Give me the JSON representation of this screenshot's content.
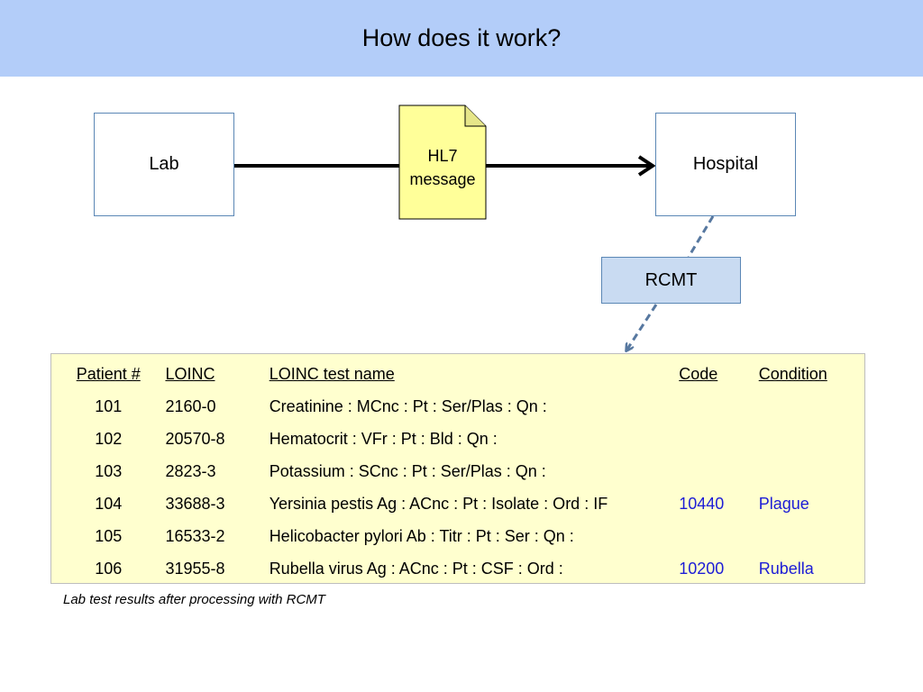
{
  "slide": {
    "title": "How does it work?"
  },
  "diagram": {
    "lab_label": "Lab",
    "message_line1": "HL7",
    "message_line2": "message",
    "hospital_label": "Hospital",
    "rcmt_label": "RCMT"
  },
  "results": {
    "headers": {
      "patient": "Patient #",
      "loinc": "LOINC",
      "name": "LOINC test name",
      "code": "Code",
      "condition": "Condition"
    },
    "rows": [
      {
        "patient": "101",
        "loinc": "2160-0",
        "name": "Creatinine : MCnc : Pt : Ser/Plas : Qn :",
        "code": "",
        "condition": ""
      },
      {
        "patient": "102",
        "loinc": "20570-8",
        "name": "Hematocrit : VFr : Pt : Bld : Qn :",
        "code": "",
        "condition": ""
      },
      {
        "patient": "103",
        "loinc": "2823-3",
        "name": "Potassium : SCnc : Pt : Ser/Plas : Qn :",
        "code": "",
        "condition": ""
      },
      {
        "patient": "104",
        "loinc": "33688-3",
        "name": "Yersinia pestis Ag : ACnc : Pt : Isolate : Ord : IF",
        "code": "10440",
        "condition": "Plague"
      },
      {
        "patient": "105",
        "loinc": "16533-2",
        "name": "Helicobacter pylori Ab : Titr : Pt : Ser : Qn :",
        "code": "",
        "condition": ""
      },
      {
        "patient": "106",
        "loinc": "31955-8",
        "name": "Rubella virus Ag : ACnc : Pt : CSF : Ord :",
        "code": "10200",
        "condition": "Rubella"
      }
    ],
    "caption": "Lab test results after processing with RCMT"
  },
  "colors": {
    "title_bar": "#b3cdf9",
    "box_border": "#5b87b5",
    "rcmt_fill": "#c9dbf2",
    "message_fill": "#ffff99",
    "panel_fill": "#ffffcf",
    "mapped_text": "#1c1cd6",
    "dashed_arrow": "#5778a0"
  }
}
